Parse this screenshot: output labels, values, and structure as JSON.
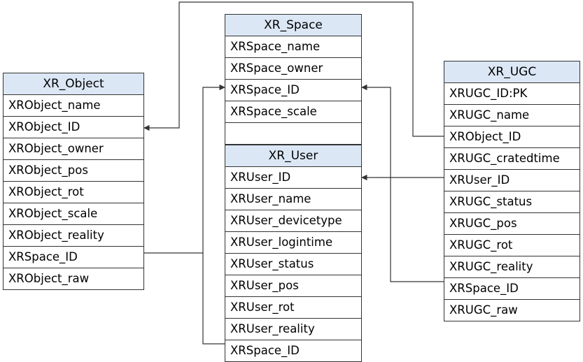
{
  "colors": {
    "header_fill": "#dbe7f5",
    "border": "#333333",
    "connector": "#333333"
  },
  "entities": {
    "xr_object": {
      "title": "XR_Object",
      "fields": [
        "XRObject_name",
        "XRObject_ID",
        "XRObject_owner",
        "XRObject_pos",
        "XRObject_rot",
        "XRObject_scale",
        "XRObject_reality",
        "XRSpace_ID",
        "XRObject_raw"
      ]
    },
    "xr_space": {
      "title": "XR_Space",
      "fields": [
        "XRSpace_name",
        "XRSpace_owner",
        "XRSpace_ID",
        "XRSpace_scale",
        ""
      ]
    },
    "xr_user": {
      "title": "XR_User",
      "fields": [
        "XRUser_ID",
        "XRUser_name",
        "XRUser_devicetype",
        "XRUser_logintime",
        "XRUser_status",
        "XRUser_pos",
        "XRUser_rot",
        "XRUser_reality",
        "XRSpace_ID"
      ]
    },
    "xr_ugc": {
      "title": "XR_UGC",
      "fields": [
        "XRUGC_ID:PK",
        "XRUGC_name",
        "XRObject_ID",
        "XRUGC_cratedtime",
        "XRUser_ID",
        "XRUGC_status",
        "XRUGC_pos",
        "XRUGC_rot",
        "XRUGC_reality",
        "XRSpace_ID",
        "XRUGC_raw"
      ]
    }
  },
  "relations": [
    {
      "from": "XR_UGC.XRObject_ID",
      "to": "XR_Object.XRObject_ID"
    },
    {
      "from": "XR_UGC.XRUser_ID",
      "to": "XR_User.XRUser_ID"
    },
    {
      "from": "XR_UGC.XRSpace_ID",
      "to": "XR_Space.XRSpace_ID"
    },
    {
      "from": "XR_Object.XRSpace_ID",
      "to": "XR_Space.XRSpace_ID"
    },
    {
      "from": "XR_User.XRSpace_ID",
      "to": "XR_Space.XRSpace_ID"
    }
  ]
}
